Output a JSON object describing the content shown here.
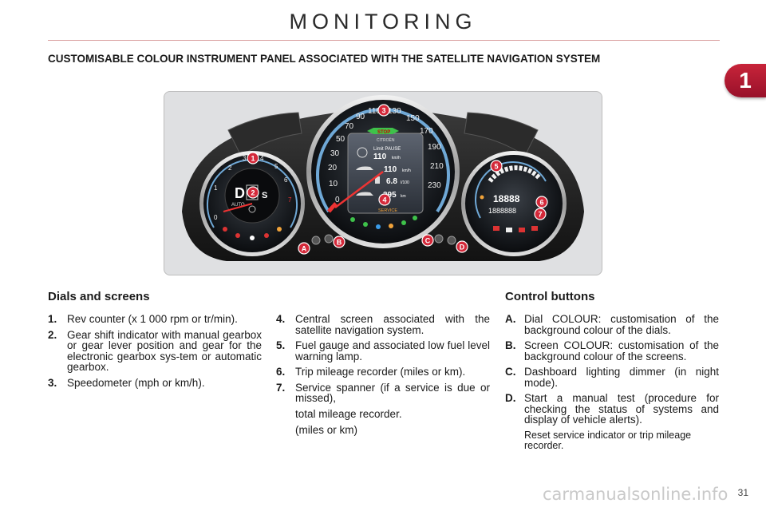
{
  "header": {
    "title": "MONITORING"
  },
  "chapter_tab": {
    "label": "1"
  },
  "section": {
    "title": "CUSTOMISABLE COLOUR INSTRUMENT PANEL ASSOCIATED WITH THE SATELLITE NAVIGATION SYSTEM"
  },
  "figure": {
    "callouts": [
      "1",
      "2",
      "3",
      "4",
      "5",
      "6",
      "7",
      "A",
      "B",
      "C",
      "D"
    ],
    "rev_ticks": [
      "0",
      "1",
      "2",
      "3",
      "4",
      "5",
      "6",
      "7"
    ],
    "speed_ticks": [
      "0",
      "10",
      "20",
      "30",
      "50",
      "70",
      "90",
      "110",
      "130",
      "150",
      "170",
      "190",
      "210",
      "230"
    ],
    "gear_display": "D",
    "gear_mode": "AUTO",
    "gear_side": "S",
    "nav_stop": "STOP",
    "brand": "CITROËN",
    "limit_label": "Limit PAUSE",
    "limit_value": "110",
    "unit_kmh": "km/h",
    "cruise_value": "110",
    "consumption_value": "6.8",
    "unit_l100": "l/100",
    "range_value": "395",
    "unit_km": "km",
    "service_label": "SERVICE",
    "trip_display": "18888",
    "total_display": "1888888",
    "colors": {
      "accent": "#c8243a",
      "callout": "#d4293a"
    }
  },
  "dials": {
    "heading": "Dials and screens",
    "items_left": [
      {
        "num": "1.",
        "text": "Rev counter (x 1 000 rpm or tr/min)."
      },
      {
        "num": "2.",
        "text": "Gear shift indicator with manual gearbox or gear lever position and gear for the electronic gearbox sys-tem or automatic gearbox."
      },
      {
        "num": "3.",
        "text": "Speedometer (mph or km/h)."
      }
    ],
    "items_right": [
      {
        "num": "4.",
        "text": "Central screen associated with the satellite navigation system."
      },
      {
        "num": "5.",
        "text": "Fuel gauge and associated low fuel level warning lamp."
      },
      {
        "num": "6.",
        "text": "Trip mileage recorder (miles or km)."
      },
      {
        "num": "7.",
        "text": "Service spanner (if a service is due or missed),"
      }
    ],
    "item7_line2": "total mileage recorder.",
    "item7_line3": "(miles or km)"
  },
  "controls": {
    "heading": "Control buttons",
    "items": [
      {
        "num": "A.",
        "text": "Dial COLOUR: customisation of the background colour of the dials."
      },
      {
        "num": "B.",
        "text": "Screen COLOUR: customisation of the background colour of the screens."
      },
      {
        "num": "C.",
        "text": "Dashboard lighting dimmer (in night mode)."
      },
      {
        "num": "D.",
        "text": "Start a manual test (procedure for checking the status of systems and display of vehicle alerts)."
      }
    ],
    "note": "Reset service indicator or trip mileage recorder."
  },
  "page_number": "31",
  "watermark": "carmanualsonline.info"
}
